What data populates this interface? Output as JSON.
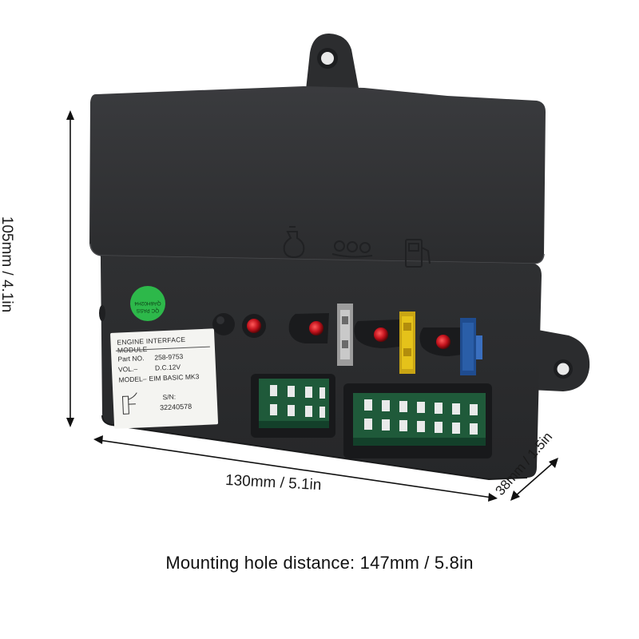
{
  "product": {
    "label": {
      "title": "ENGINE INTERFACE MODULE",
      "part_key": "Part NO.",
      "part_value": "258-9753",
      "vol_key": "VOL.–",
      "vol_value": "D.C.12V",
      "model_key": "MODEL–",
      "model_value": "EIM BASIC MK3",
      "sn_key": "S/N:",
      "sn_value": "32240578"
    },
    "qc_sticker": {
      "line1": "QC PASS",
      "line2": "QA6H02H4"
    },
    "colors": {
      "housing": "#2a2b2d",
      "sticker": "#2db84a",
      "led": "#c1121c",
      "fuse_yellow": "#e5c21a",
      "fuse_blue": "#2a5ea8",
      "pcb": "#1f5a3a"
    },
    "icons": [
      "oil-pressure-icon",
      "glow-plug-icon",
      "fuel-pump-icon"
    ]
  },
  "dimensions": {
    "height": "105mm / 4.1in",
    "width": "130mm / 5.1in",
    "depth": "38mm / 1.5in"
  },
  "caption": "Mounting hole distance: 147mm / 5.8in"
}
